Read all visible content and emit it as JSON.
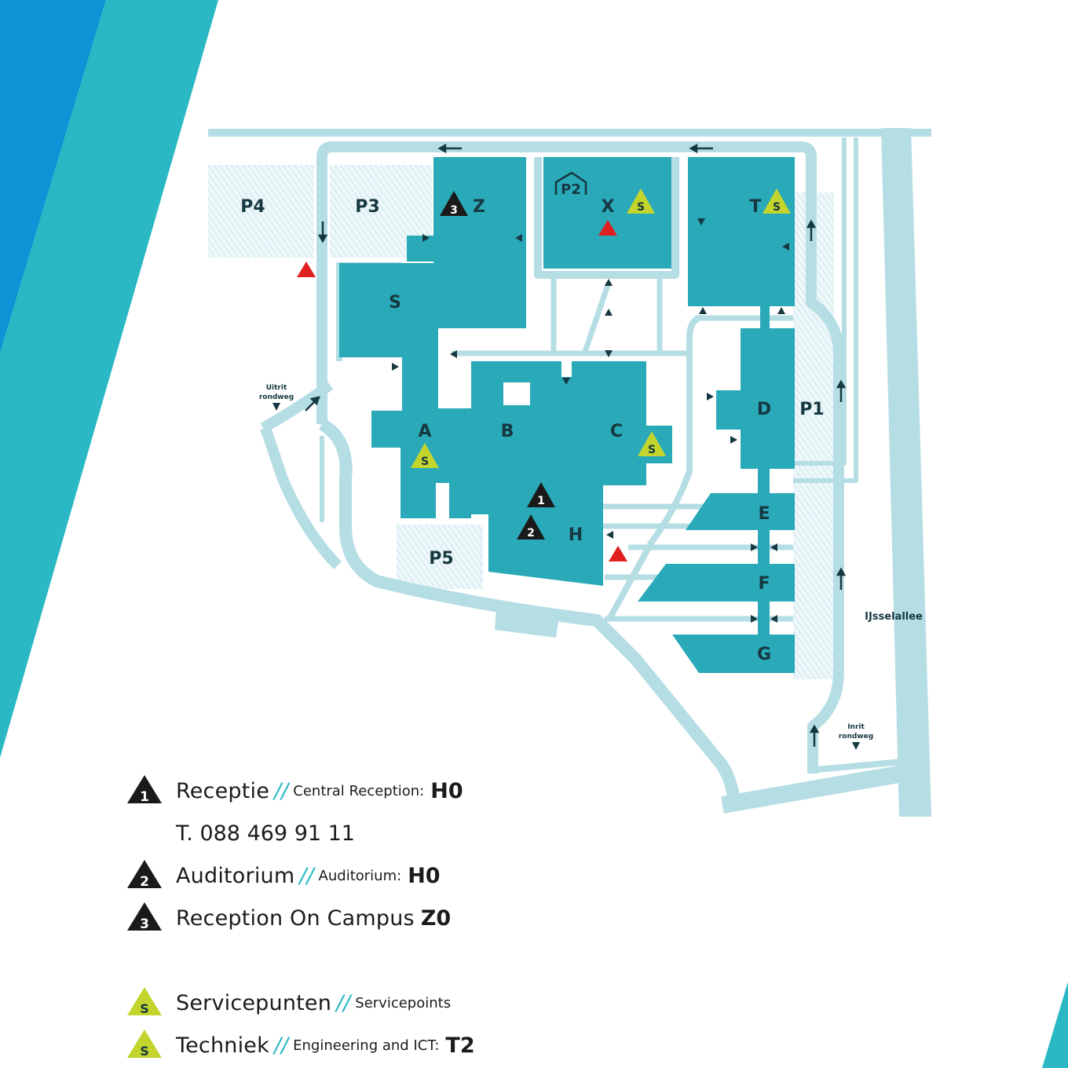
{
  "colors": {
    "accent_blue": "#0e93d6",
    "accent_teal": "#29b8c4",
    "building": "#2aaab9",
    "road": "#b5dde4",
    "parking_hatch": "#c9e6ec",
    "service_yellow": "#c3d52d",
    "marker_red": "#e02020",
    "marker_black": "#1a1a1a"
  },
  "map": {
    "buildings": {
      "Z": "Z",
      "X": "X",
      "T": "T",
      "S": "S",
      "A": "A",
      "B": "B",
      "C": "C",
      "D": "D",
      "E": "E",
      "F": "F",
      "G": "G",
      "H": "H"
    },
    "parking": {
      "P1": "P1",
      "P2": "P2",
      "P3": "P3",
      "P4": "P4",
      "P5": "P5"
    },
    "exit_label": [
      "Uitrit",
      "rondweg"
    ],
    "entry_label": [
      "Inrit",
      "rondweg"
    ],
    "street_name": "IJsselallee",
    "markers": {
      "reception_central": "1",
      "auditorium": "2",
      "reception_campus": "3",
      "service": "S"
    }
  },
  "legend": {
    "reception": {
      "icon": "black-triangle-1",
      "label": "Receptie",
      "sep": "//",
      "en": "Central Reception:",
      "code": "H0"
    },
    "phone": "T. 088 469 91 11",
    "auditorium": {
      "icon": "black-triangle-2",
      "label": "Auditorium",
      "sep": "//",
      "en": "Auditorium:",
      "code": "H0"
    },
    "campus": {
      "icon": "black-triangle-3",
      "label": "Reception On Campus",
      "code": "Z0"
    },
    "servicepoints": {
      "icon": "yellow-triangle-s",
      "label": "Servicepunten",
      "sep": "//",
      "en": "Servicepoints"
    },
    "engineering": {
      "icon": "yellow-triangle-s",
      "label": "Techniek",
      "sep": "//",
      "en": "Engineering and ICT:",
      "code": "T2"
    }
  }
}
